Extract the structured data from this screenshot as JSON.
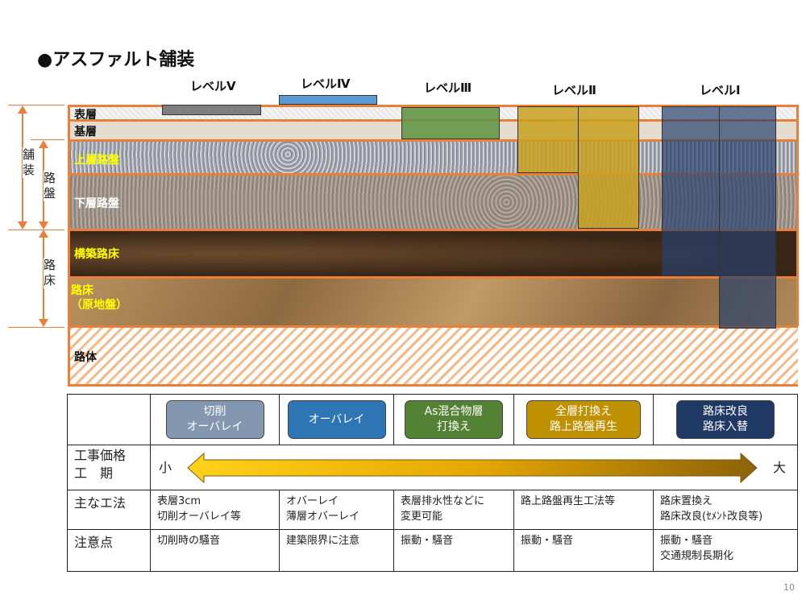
{
  "title": "●アスファルト舗装",
  "levels": [
    "レベルⅤ",
    "レベルⅣ",
    "レベルⅢ",
    "レベルⅡ",
    "レベルⅠ"
  ],
  "layers": [
    "表層",
    "基層",
    "上層路盤",
    "下層路盤",
    "構築路床",
    "路床\n（原地盤）",
    "路体"
  ],
  "brackets": {
    "pavement": "舗装",
    "roadbed": "路盤",
    "subgrade": "路床"
  },
  "colors": {
    "orange": "#e8803a",
    "lvl5": "#7f7f7f",
    "lvl4": "#5b9bd5",
    "lvl3": "#70a050",
    "lvl2": "#c9a020",
    "lvl1": "#2f4a7a"
  },
  "table": {
    "methods": [
      "切削\nオーバレイ",
      "オーバレイ",
      "As混合物層\n打換え",
      "全層打換え\n路上路盤再生",
      "路床改良\n路床入替"
    ],
    "method_colors": [
      "#8497b0",
      "#2e75b6",
      "#548235",
      "#bf9000",
      "#203864"
    ],
    "row_heads": [
      "工事価格\n工　期",
      "主なエ法",
      "注意点"
    ],
    "small": "小",
    "large": "大",
    "main_methods": [
      "表層3cm\n切削オーバレイ等",
      "オバーレイ\n薄層オバーレイ",
      "表層排水性などに\n変更可能",
      "路上路盤再生工法等",
      "路床置換え\n路床改良(ｾﾒﾝﾄ改良等)"
    ],
    "cautions": [
      "切削時の騒音",
      "建築限界に注意",
      "振動・騒音",
      "振動・騒音",
      "振動・騒音\n交通規制長期化"
    ]
  },
  "page": "10"
}
